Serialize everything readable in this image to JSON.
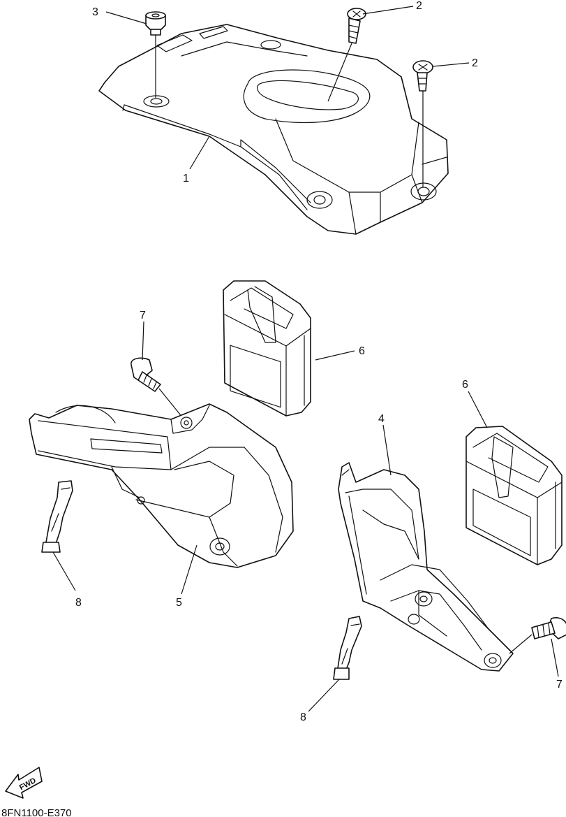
{
  "callouts": [
    {
      "id": "c3",
      "label": "3"
    },
    {
      "id": "c2a",
      "label": "2"
    },
    {
      "id": "c2b",
      "label": "2"
    },
    {
      "id": "c1",
      "label": "1"
    },
    {
      "id": "c7a",
      "label": "7"
    },
    {
      "id": "c6a",
      "label": "6"
    },
    {
      "id": "c6b",
      "label": "6"
    },
    {
      "id": "c4",
      "label": "4"
    },
    {
      "id": "c8a",
      "label": "8"
    },
    {
      "id": "c5",
      "label": "5"
    },
    {
      "id": "c8b",
      "label": "8"
    },
    {
      "id": "c7b",
      "label": "7"
    }
  ],
  "fwd_label": "FWD",
  "diagram_code": "8FN1100-E370",
  "line_color": "#111111"
}
